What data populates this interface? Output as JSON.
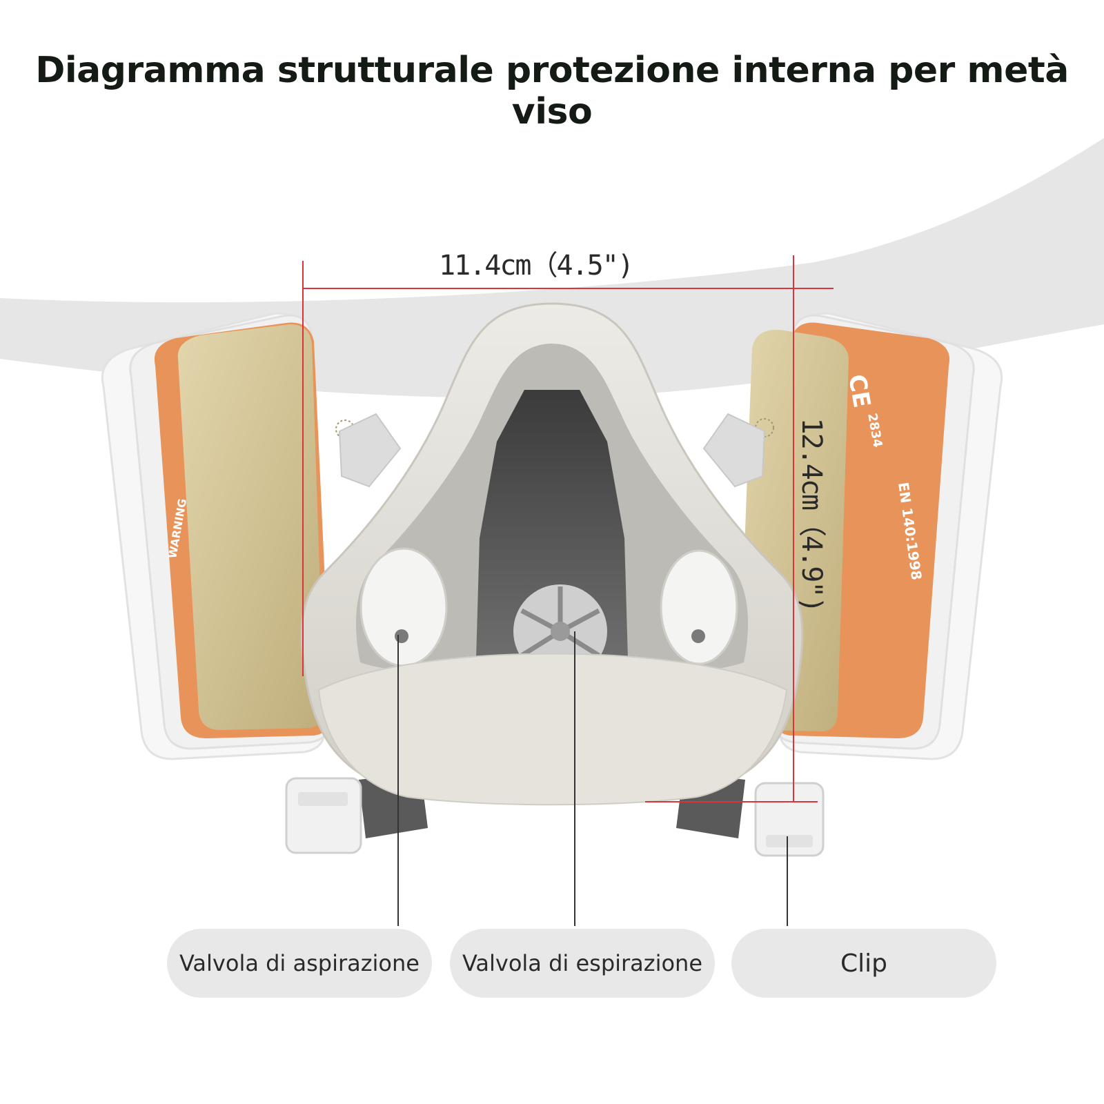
{
  "title": "Diagramma strutturale protezione interna per metà viso",
  "dimensions": {
    "width_label": "11.4cm（4.5\")",
    "height_label": "12.4cm（4.9\")"
  },
  "labels": [
    {
      "text": "Valvola di aspirazione"
    },
    {
      "text": "Valvola di espirazione"
    },
    {
      "text": "Clip"
    }
  ],
  "cartridge_text": {
    "ce_mark": "CE",
    "number": "2834",
    "standard": "EN 140:1998",
    "warning": "WARNING"
  },
  "colors": {
    "accent_line": "#d8343a",
    "cartridge_orange": "#e8935a",
    "cartridge_gold": "#cdbd8e",
    "mask_body": "#dedbd3",
    "pill_bg": "#e8e8e8"
  }
}
